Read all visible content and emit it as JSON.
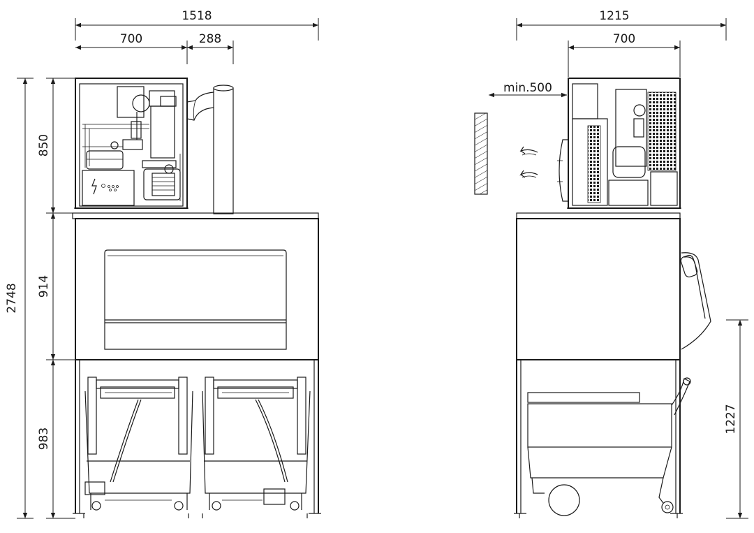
{
  "dimensions": {
    "front_total_width": "1518",
    "front_unit_width": "700",
    "front_pipe_offset": "288",
    "side_total_width": "1215",
    "side_unit_width": "700",
    "side_clearance": "min.500",
    "total_height": "2748",
    "unit_height": "850",
    "bin_height": "914",
    "stand_height": "983",
    "handle_height": "1227"
  },
  "icons": {
    "electrical_warning": "lightning-bolt-icon",
    "airflow": "airflow-arrow-icon"
  }
}
